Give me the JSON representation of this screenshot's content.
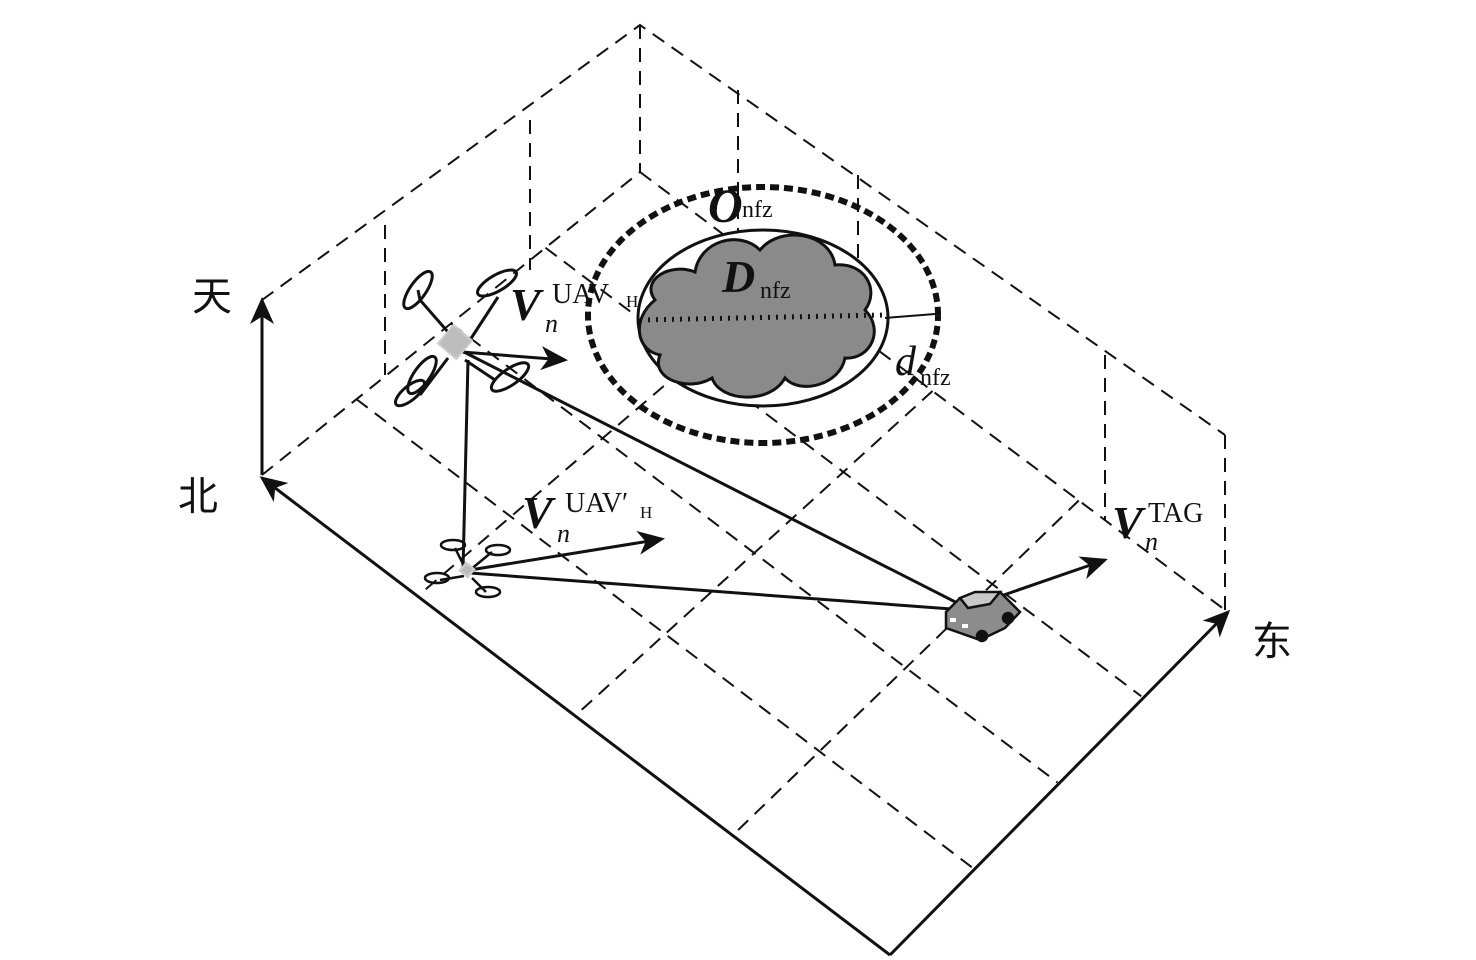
{
  "axes": {
    "up": "天",
    "north": "北",
    "east": "东"
  },
  "labels": {
    "o_main": "O",
    "o_sub": "nfz",
    "d_main": "D",
    "d_sub": "nfz",
    "dr_main": "d",
    "dr_sub": "nfz",
    "v1_main": "V",
    "v1_sub": "n",
    "v1_sup": "UAV",
    "v1_supsub": "H",
    "v2_main": "V",
    "v2_sub": "n",
    "v2_sup": "UAV′",
    "v2_supsub": "H",
    "v3_main": "V",
    "v3_sub": "n",
    "v3_sup": "TAG"
  },
  "colors": {
    "cloud": "#8a8a8a",
    "uav_body": "#bdbdbd",
    "car": "#8c8c8c",
    "line": "#111111"
  }
}
